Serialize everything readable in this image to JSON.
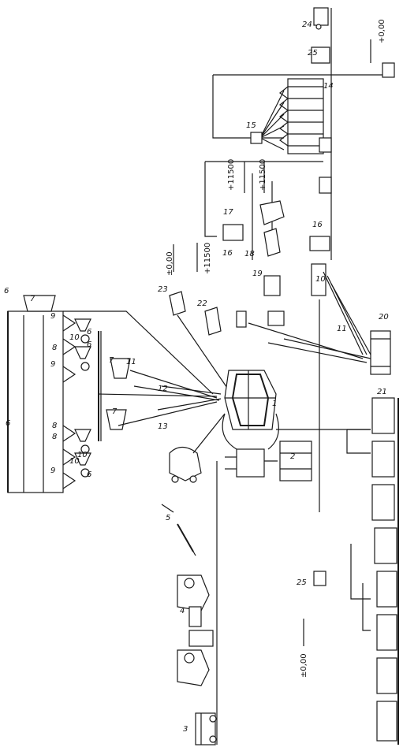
{
  "diagram": {
    "callouts": {
      "n1": "1",
      "n2": "2",
      "n3": "3",
      "n4": "4",
      "n5": "5",
      "n6a": "6",
      "n6b": "6",
      "n6c": "6",
      "n6d": "6",
      "n6e": "6",
      "n7a": "7",
      "n7b": "7",
      "n7c": "7",
      "n8a": "8",
      "n8b": "8",
      "n8c": "8",
      "n9a": "9",
      "n9b": "9",
      "n9c": "9",
      "n10a": "10",
      "n10b": "10",
      "n10c": "10",
      "n10d": "10",
      "n11a": "11",
      "n11b": "11",
      "n12": "12",
      "n13": "13",
      "n14": "14",
      "n15": "15",
      "n16a": "16",
      "n16b": "16",
      "n17": "17",
      "n18": "18",
      "n19": "19",
      "n20": "20",
      "n21": "21",
      "n22": "22",
      "n23": "23",
      "n24": "24",
      "n25a": "25",
      "n25b": "25"
    },
    "levels": {
      "zero_top": "+0,00",
      "zero_mid": "±0,00",
      "zero_bottom": "±0,00",
      "plus_a": "+11500",
      "plus_b": "+11500",
      "plus_c": "+11500"
    }
  }
}
